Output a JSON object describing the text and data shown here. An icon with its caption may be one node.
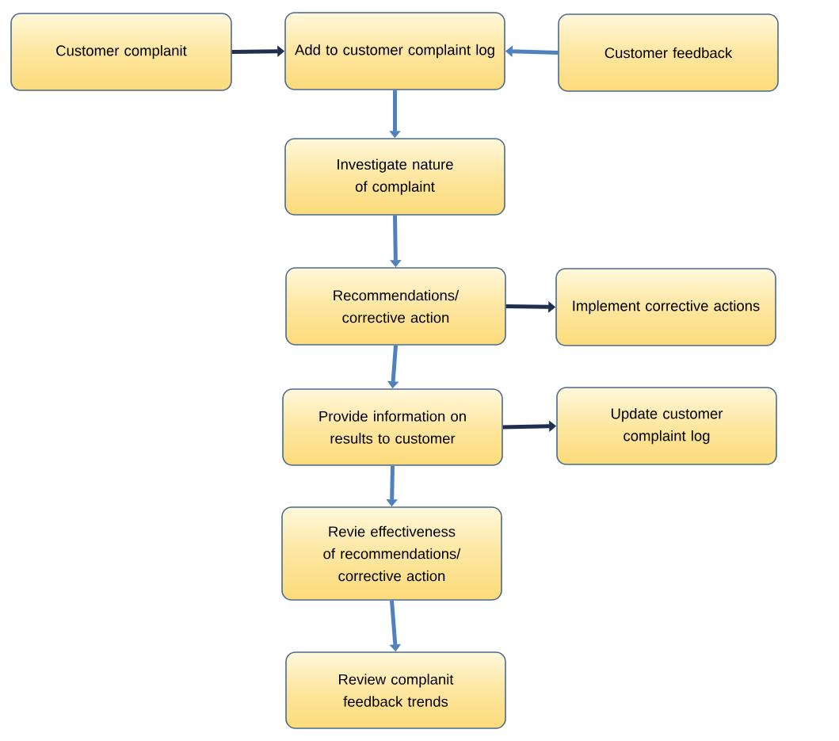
{
  "diagram": {
    "nodes": [
      {
        "text": [
          "Customer complanit"
        ]
      },
      {
        "text": [
          "Add to customer complaint log"
        ]
      },
      {
        "text": [
          "Customer feedback"
        ]
      },
      {
        "text": [
          "Investigate nature of complaint"
        ]
      },
      {
        "text": [
          "Recommendations/ corrective action"
        ]
      },
      {
        "text": [
          "Implement corrective actions"
        ]
      },
      {
        "text": [
          "Provide information on results to customer"
        ]
      },
      {
        "text": [
          "Update customer complaint log"
        ]
      },
      {
        "text": [
          "Revie effectiveness of recommendations/ corrective action"
        ]
      },
      {
        "text": [
          "Review complanit feedback trends"
        ]
      }
    ],
    "edges": [
      {
        "from": 0,
        "to": 1,
        "arrow": "to",
        "color": "#1f2f4f"
      },
      {
        "from": 2,
        "to": 1,
        "arrow": "to"
      },
      {
        "from": 1,
        "to": 3,
        "arrow": "to"
      },
      {
        "from": 3,
        "to": 4,
        "arrow": "to"
      },
      {
        "from": 4,
        "to": 5,
        "arrow": "to",
        "color": "#1f2f4f"
      },
      {
        "from": 4,
        "to": 6,
        "arrow": "to"
      },
      {
        "from": 6,
        "to": 7,
        "arrow": "to",
        "color": "#1f2f4f"
      },
      {
        "from": 6,
        "to": 8,
        "arrow": "to"
      },
      {
        "from": 8,
        "to": 9,
        "arrow": "to"
      }
    ]
  }
}
